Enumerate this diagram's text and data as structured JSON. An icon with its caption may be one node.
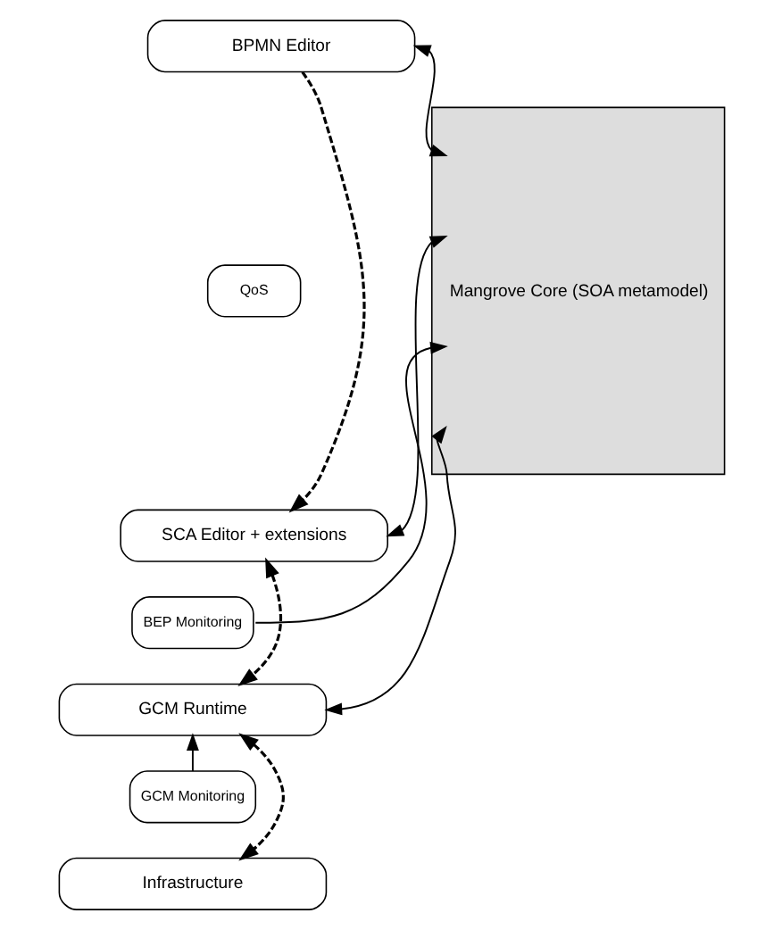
{
  "diagram": {
    "nodes": [
      {
        "text": [
          "BPMN Editor"
        ]
      },
      {
        "text": [
          "QoS"
        ]
      },
      {
        "text": [
          "SCA Editor + extensions"
        ]
      },
      {
        "text": [
          "BEP Monitoring"
        ]
      },
      {
        "text": [
          "GCM Runtime"
        ]
      },
      {
        "text": [
          "GCM Monitoring"
        ]
      },
      {
        "text": [
          "Infrastructure"
        ]
      },
      {
        "text": [
          "Mangrove Core (SOA metamodel)"
        ]
      }
    ],
    "edges": [
      {
        "from": 0,
        "to": 2,
        "arrow": "to",
        "style": "dashed"
      },
      {
        "from": 2,
        "to": 4,
        "arrow": "both",
        "style": "dashed"
      },
      {
        "from": 4,
        "to": 6,
        "arrow": "both",
        "style": "dashed"
      },
      {
        "from": 0,
        "to": 7,
        "arrow": "both"
      },
      {
        "from": 2,
        "to": 7,
        "arrow": "both"
      },
      {
        "from": 3,
        "to": 7,
        "arrow": "to"
      },
      {
        "from": 4,
        "to": 7,
        "arrow": "both"
      },
      {
        "from": 5,
        "to": 4,
        "arrow": "to"
      }
    ]
  }
}
